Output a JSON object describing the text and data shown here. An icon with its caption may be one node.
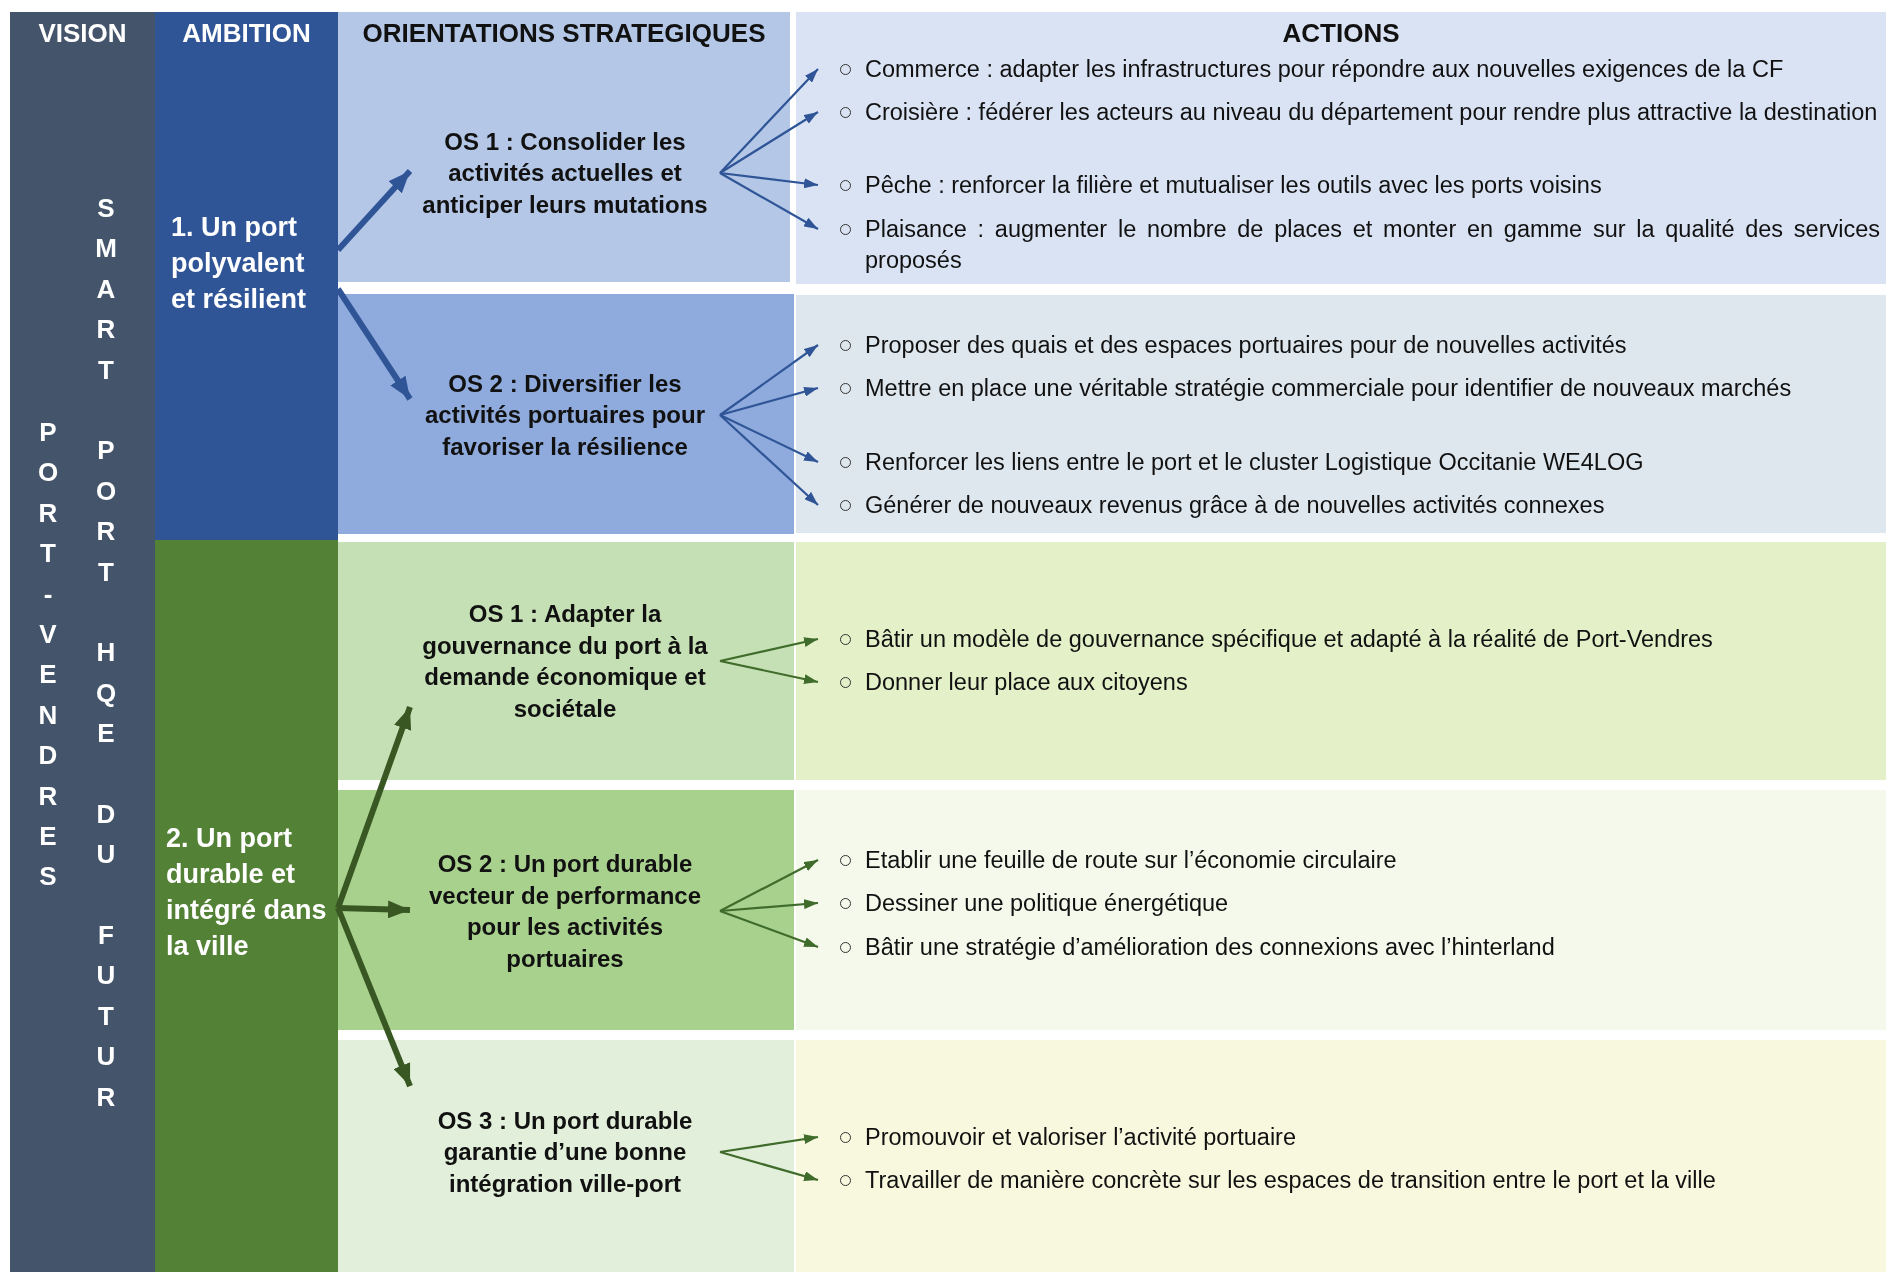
{
  "diagram": {
    "nodes": [
      {
        "text": [
          "PORT-VENDRES",
          "SMART PORT HQE DU FUTUR"
        ]
      },
      {
        "text": [
          "1. Un port polyvalent et résilient"
        ]
      },
      {
        "text": [
          "2. Un port durable et intégré dans la ville"
        ]
      },
      {
        "text": [
          "OS 1 : Consolider les activités actuelles et anticiper leurs mutations"
        ]
      },
      {
        "text": [
          "OS 2 : Diversifier les activités portuaires pour favoriser la résilience"
        ]
      },
      {
        "text": [
          "OS 1 : Adapter la gouvernance du port à la demande économique et sociétale"
        ]
      },
      {
        "text": [
          "OS 2 : Un port durable vecteur de performance pour les activités portuaires"
        ]
      },
      {
        "text": [
          "OS 3 : Un port durable garantie d’une bonne intégration ville-port"
        ]
      },
      {
        "text": [
          "Commerce : adapter les infrastructures pour répondre aux nouvelles exigences de la CF"
        ]
      },
      {
        "text": [
          "Croisière : fédérer les acteurs au niveau du département pour rendre plus attractive la destination"
        ]
      },
      {
        "text": [
          "Pêche : renforcer la filière et mutualiser les outils avec les ports voisins"
        ]
      },
      {
        "text": [
          "Plaisance : augmenter le nombre de places et monter en gamme sur la qualité des services proposés"
        ]
      },
      {
        "text": [
          "Proposer des quais et des espaces portuaires pour de nouvelles activités"
        ]
      },
      {
        "text": [
          "Mettre en place une véritable stratégie commerciale pour identifier de nouveaux marchés"
        ]
      },
      {
        "text": [
          "Renforcer les liens entre le port et le cluster Logistique Occitanie WE4LOG"
        ]
      },
      {
        "text": [
          "Générer de nouveaux revenus grâce à de nouvelles activités connexes"
        ]
      },
      {
        "text": [
          "Bâtir un modèle de gouvernance spécifique et adapté à la réalité de Port-Vendres"
        ]
      },
      {
        "text": [
          "Donner leur place aux citoyens"
        ]
      },
      {
        "text": [
          "Etablir une feuille de route sur l’économie circulaire"
        ]
      },
      {
        "text": [
          "Dessiner une politique énergétique"
        ]
      },
      {
        "text": [
          "Bâtir une stratégie d’amélioration des connexions avec l’hinterland"
        ]
      },
      {
        "text": [
          "Promouvoir et valoriser l’activité portuaire"
        ]
      },
      {
        "text": [
          "Travailler de manière concrète sur les espaces de transition entre le port et la ville"
        ]
      }
    ],
    "edges": [
      {
        "from": 1,
        "to": 3,
        "arrow": "to",
        "style": "thick",
        "color": "#2f5597"
      },
      {
        "from": 1,
        "to": 4,
        "arrow": "to",
        "style": "thick",
        "color": "#2f5597"
      },
      {
        "from": 2,
        "to": 5,
        "arrow": "to",
        "style": "thick",
        "color": "#385723"
      },
      {
        "from": 2,
        "to": 6,
        "arrow": "to",
        "style": "thick",
        "color": "#385723"
      },
      {
        "from": 2,
        "to": 7,
        "arrow": "to",
        "style": "thick",
        "color": "#385723"
      },
      {
        "from": 3,
        "to": 8,
        "arrow": "to",
        "color": "#2f5597"
      },
      {
        "from": 3,
        "to": 9,
        "arrow": "to",
        "color": "#2f5597"
      },
      {
        "from": 3,
        "to": 10,
        "arrow": "to",
        "color": "#2f5597"
      },
      {
        "from": 3,
        "to": 11,
        "arrow": "to",
        "color": "#2f5597"
      },
      {
        "from": 4,
        "to": 12,
        "arrow": "to",
        "color": "#2f5597"
      },
      {
        "from": 4,
        "to": 13,
        "arrow": "to",
        "color": "#2f5597"
      },
      {
        "from": 4,
        "to": 14,
        "arrow": "to",
        "color": "#2f5597"
      },
      {
        "from": 4,
        "to": 15,
        "arrow": "to",
        "color": "#2f5597"
      },
      {
        "from": 5,
        "to": 16,
        "arrow": "to",
        "color": "#3f6b2b"
      },
      {
        "from": 5,
        "to": 17,
        "arrow": "to",
        "color": "#3f6b2b"
      },
      {
        "from": 6,
        "to": 18,
        "arrow": "to",
        "color": "#3f6b2b"
      },
      {
        "from": 6,
        "to": 19,
        "arrow": "to",
        "color": "#3f6b2b"
      },
      {
        "from": 6,
        "to": 20,
        "arrow": "to",
        "color": "#3f6b2b"
      },
      {
        "from": 7,
        "to": 21,
        "arrow": "to",
        "color": "#3f6b2b"
      },
      {
        "from": 7,
        "to": 22,
        "arrow": "to",
        "color": "#3f6b2b"
      }
    ],
    "labels": [
      "VISION",
      "AMBITION",
      "ORIENTATIONS STRATEGIQUES",
      "ACTIONS"
    ]
  }
}
